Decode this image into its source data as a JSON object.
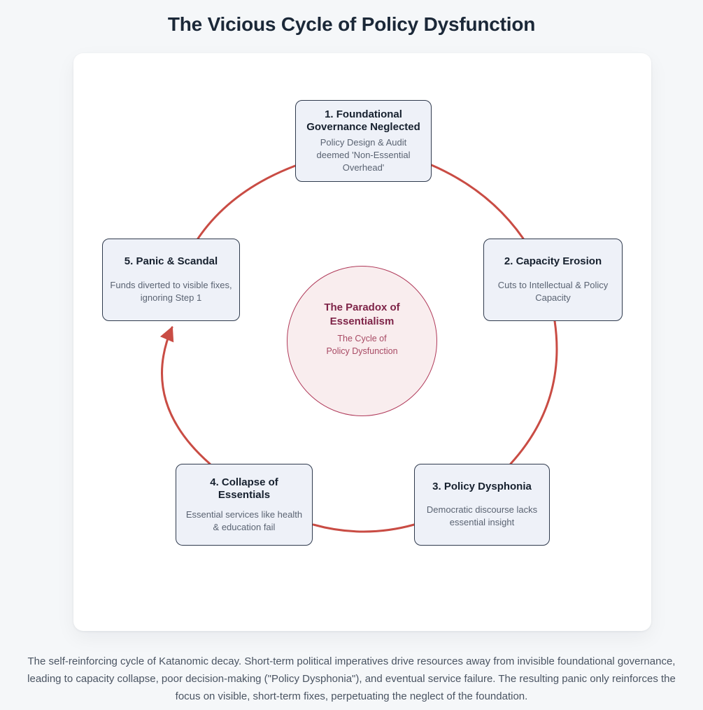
{
  "page_title": "The Vicious Cycle of Policy Dysfunction",
  "center": {
    "title": "The Paradox of Essentialism",
    "subtitle_line1": "The Cycle of",
    "subtitle_line2": "Policy Dysfunction"
  },
  "steps": [
    {
      "title": "1. Foundational Governance Neglected",
      "desc": "Policy Design & Audit deemed 'Non-Essential Overhead'"
    },
    {
      "title": "2. Capacity Erosion",
      "desc": "Cuts to Intellectual & Policy Capacity"
    },
    {
      "title": "3. Policy Dysphonia",
      "desc": "Democratic discourse lacks essential insight"
    },
    {
      "title": "4. Collapse of Essentials",
      "desc": "Essential services like health & education fail"
    },
    {
      "title": "5. Panic & Scandal",
      "desc": "Funds diverted to visible fixes, ignoring Step 1"
    }
  ],
  "caption": "The self-reinforcing cycle of Katanomic decay. Short-term political imperatives drive resources away from invisible foundational governance, leading to capacity collapse, poor decision-making (\"Policy Dysphonia\"), and eventual service failure. The resulting panic only reinforces the focus on visible, short-term fixes, perpetuating the neglect of the foundation.",
  "colors": {
    "page-bg": "#f5f7f9",
    "card-bg": "#ffffff",
    "heading": "#1b2838",
    "arrow": "#c94c44",
    "box-bg": "#eef1f8",
    "box-border": "#2f3a4d",
    "box-title": "#16202e",
    "box-desc": "#5a6372",
    "circle-bg": "#f9edee",
    "circle-border": "#b03a5a",
    "circle-title": "#7e2448",
    "circle-subtitle": "#a84a64",
    "caption": "#4a5462"
  }
}
